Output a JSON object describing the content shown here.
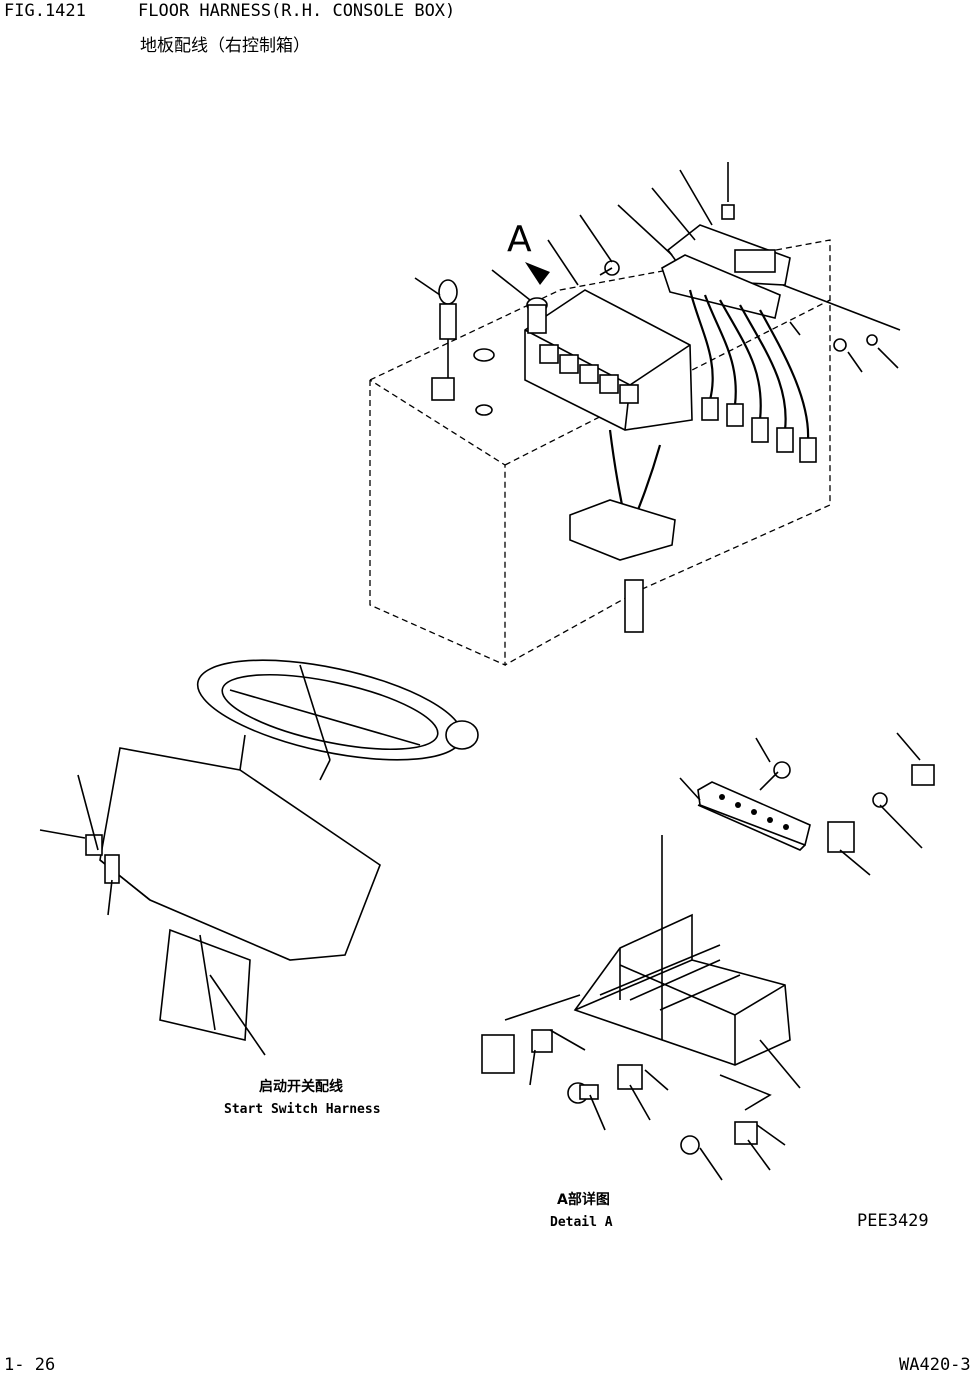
{
  "header": {
    "fig_no": "FIG.1421",
    "title": "FLOOR HARNESS(R.H. CONSOLE BOX)",
    "title_cn": "地板配线（右控制箱）"
  },
  "callouts": {
    "view_marker": "A",
    "start_switch_cn": "启动开关配线",
    "start_switch_en": "Start Switch Harness",
    "detail_cn": "A部详图",
    "detail_en": "Detail A",
    "drawing_code": "PEE3429"
  },
  "footer": {
    "page": "1-  26",
    "model": "WA420-3"
  }
}
